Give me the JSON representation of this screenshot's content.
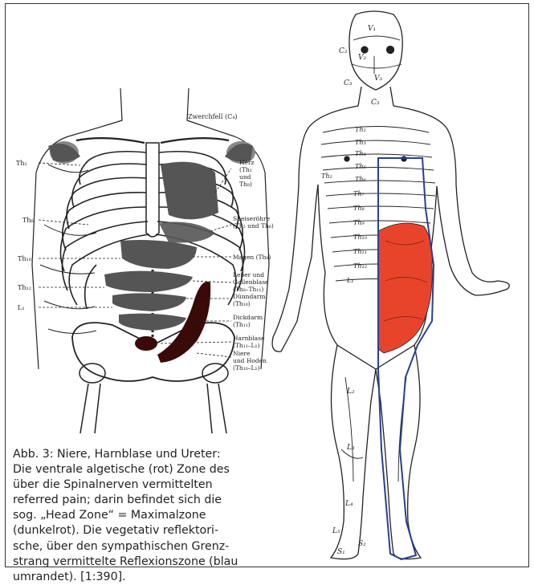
{
  "left_figure": {
    "zone_labels": {
      "zwerchfell": "Zwerchfell (C₄)",
      "herz": [
        "Herz",
        "(Th₁",
        "und",
        "Th₈)"
      ],
      "speiseroehre": [
        "Speiseröhre",
        "(Th₅ und Th₆)"
      ],
      "magen": "Magen (Th₈)",
      "leber": [
        "Leber und",
        "Gallenblase",
        "(Th₈–Th₁₁)"
      ],
      "duenndarm": [
        "Dünndarm",
        "(Th₁₀)"
      ],
      "dickdarm": [
        "Dickdarm",
        "(Th₁₁)"
      ],
      "harnblase": [
        "Harnblase",
        "(Th₁₁–L₁)"
      ],
      "niere": [
        "Niere",
        "und Hoden",
        "(Th₁₀–L₁)"
      ]
    },
    "segment_labels": [
      "Th₁",
      "Th₆",
      "Th₁₀",
      "Th₁₂",
      "L₁"
    ]
  },
  "right_figure": {
    "face_labels": [
      "V₁",
      "V₂",
      "V₃",
      "C₂",
      "C₃",
      "C₃"
    ],
    "trunk_labels": [
      "Th₂",
      "Th₃",
      "Th₄",
      "Th₅",
      "Th₆",
      "Th₇",
      "Th₈",
      "Th₉",
      "Th₁₀",
      "Th₁₁",
      "Th₁₂",
      "L₁",
      "Th₂"
    ],
    "leg_labels": [
      "L₂",
      "L₃",
      "L₄",
      "L₅",
      "S₁",
      "S₂"
    ]
  },
  "caption": {
    "lines": [
      "Abb. 3: Niere, Harnblase und Ureter:",
      "Die ventrale algetische (rot) Zone des",
      "über die Spinalnerven vermittelten",
      "referred pain; darin befindet sich die",
      "sog. „Head Zone“ = Maximalzone",
      "(dunkelrot). Die vegetativ reflektori-",
      "sche, über den sympathischen Grenz-",
      "strang vermittelte Reflexionszone (blau",
      "umrandet). [1:390]."
    ]
  },
  "colors": {
    "algetic_zone": "#e8442c",
    "head_zone": "#3a0a08",
    "reflex_outline": "#2a3f8f",
    "organ_shading": "#555555"
  }
}
